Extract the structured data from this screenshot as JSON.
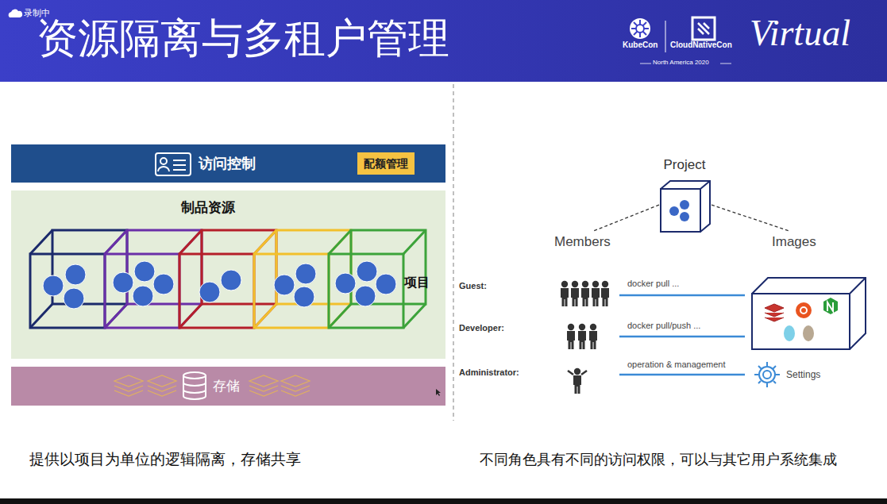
{
  "diagram": {
    "title": "资源隔离与多租户管理",
    "nodes": [
      {
        "text": [
          "访问控制"
        ]
      },
      {
        "text": [
          "配额管理"
        ],
        "in": 0
      },
      {
        "text": [
          "制品资源"
        ]
      },
      {
        "text": [
          "存储"
        ]
      },
      {
        "text": [
          "Project"
        ]
      },
      {
        "text": [
          "Members"
        ]
      },
      {
        "text": [
          "Images"
        ]
      },
      {
        "text": [
          "Settings"
        ]
      }
    ],
    "edges": [
      {
        "from": 4,
        "to": 5,
        "arrow": "none"
      },
      {
        "from": 4,
        "to": 6,
        "arrow": "none"
      }
    ],
    "labels": [
      "录制中",
      "KubeCon",
      "CloudNativeCon",
      "North America 2020",
      "Virtual",
      "项目",
      "Guest:",
      "Developer:",
      "Administrator:",
      "docker pull ...",
      "docker pull/push ...",
      "operation & management",
      "提供以项目为单位的逻辑隔离，存储共享",
      "不同角色具有不同的访问权限，可以与其它用户系统集成"
    ]
  }
}
